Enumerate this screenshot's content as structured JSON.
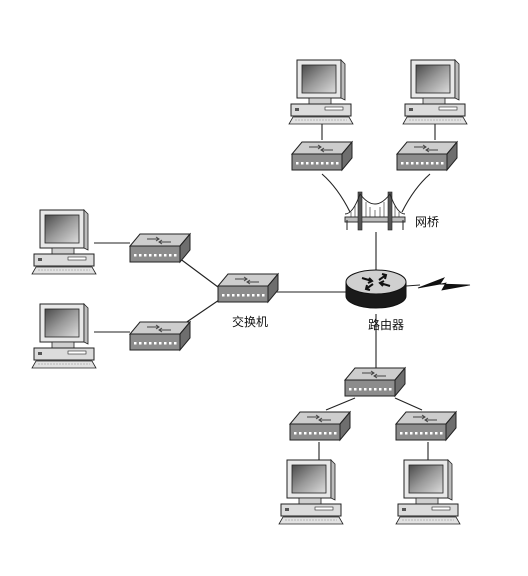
{
  "labels": {
    "bridge": "网桥",
    "switch": "交换机",
    "router": "路由器"
  },
  "devices": {
    "pcs": [
      "pc",
      "pc",
      "pc",
      "pc",
      "pc",
      "pc"
    ],
    "hubs": [
      "hub",
      "hub",
      "hub",
      "hub",
      "hub",
      "hub",
      "hub"
    ],
    "switch": "switch",
    "bridge": "bridge",
    "router": "router"
  },
  "colors": {
    "line": "#222222",
    "device_top": "#c8c8c8",
    "device_front": "#8a8a8a",
    "monitor_body": "#e6e6e6",
    "screen": "#7a7a7a",
    "router_body": "#1a1a1a"
  },
  "icons": {
    "pc": "desktop-computer-icon",
    "hub": "hub-icon",
    "switch": "switch-icon",
    "bridge": "bridge-icon",
    "router": "router-icon",
    "wan": "lightning-bolt-icon"
  }
}
